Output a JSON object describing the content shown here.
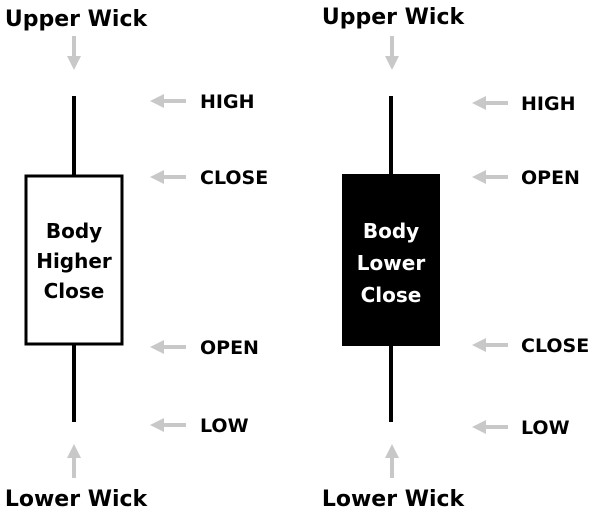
{
  "colors": {
    "arrow": "#c8c8c8",
    "line": "#000000",
    "bullish_body": "#ffffff",
    "bearish_body": "#000000",
    "bearish_text": "#ffffff"
  },
  "bullish": {
    "upper_wick_label": "Upper Wick",
    "lower_wick_label": "Lower Wick",
    "body_lines": [
      "Body",
      "Higher",
      "Close"
    ],
    "price_labels": {
      "high": "HIGH",
      "close": "CLOSE",
      "open": "OPEN",
      "low": "LOW"
    }
  },
  "bearish": {
    "upper_wick_label": "Upper Wick",
    "lower_wick_label": "Lower Wick",
    "body_lines": [
      "Body",
      "Lower",
      "Close"
    ],
    "price_labels": {
      "high": "HIGH",
      "open": "OPEN",
      "close": "CLOSE",
      "low": "LOW"
    }
  }
}
